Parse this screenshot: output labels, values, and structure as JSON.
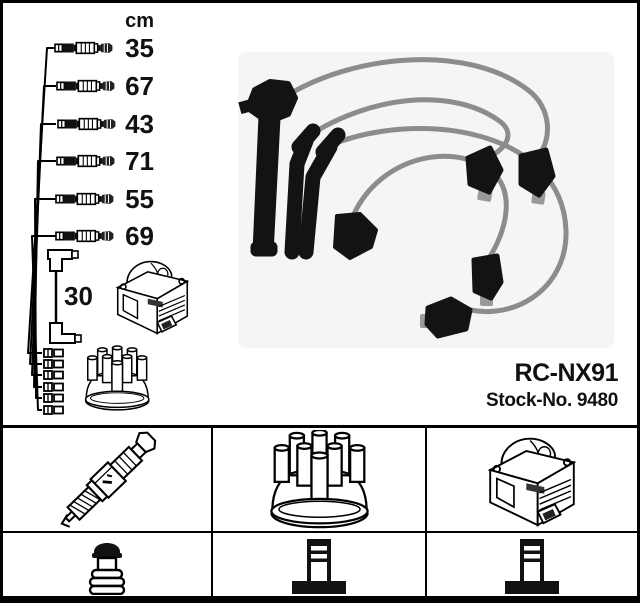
{
  "product": {
    "code": "RC-NX91",
    "stock_no": "Stock-No. 9480"
  },
  "diagram": {
    "unit_label": "cm",
    "cable_lengths": [
      "35",
      "67",
      "43",
      "71",
      "55",
      "69"
    ],
    "coil_cable_length": "30"
  },
  "footer_icons": {
    "row1": [
      "spark-plug",
      "distributor-cap",
      "ignition-coil"
    ],
    "row2": [
      "plug-terminal-nut",
      "distributor-terminal",
      "distributor-terminal"
    ]
  },
  "colors": {
    "border": "#000000",
    "line_art": "#111111",
    "photo_cable": "#8c8c8c",
    "photo_boot": "#131313",
    "background": "#ffffff"
  }
}
